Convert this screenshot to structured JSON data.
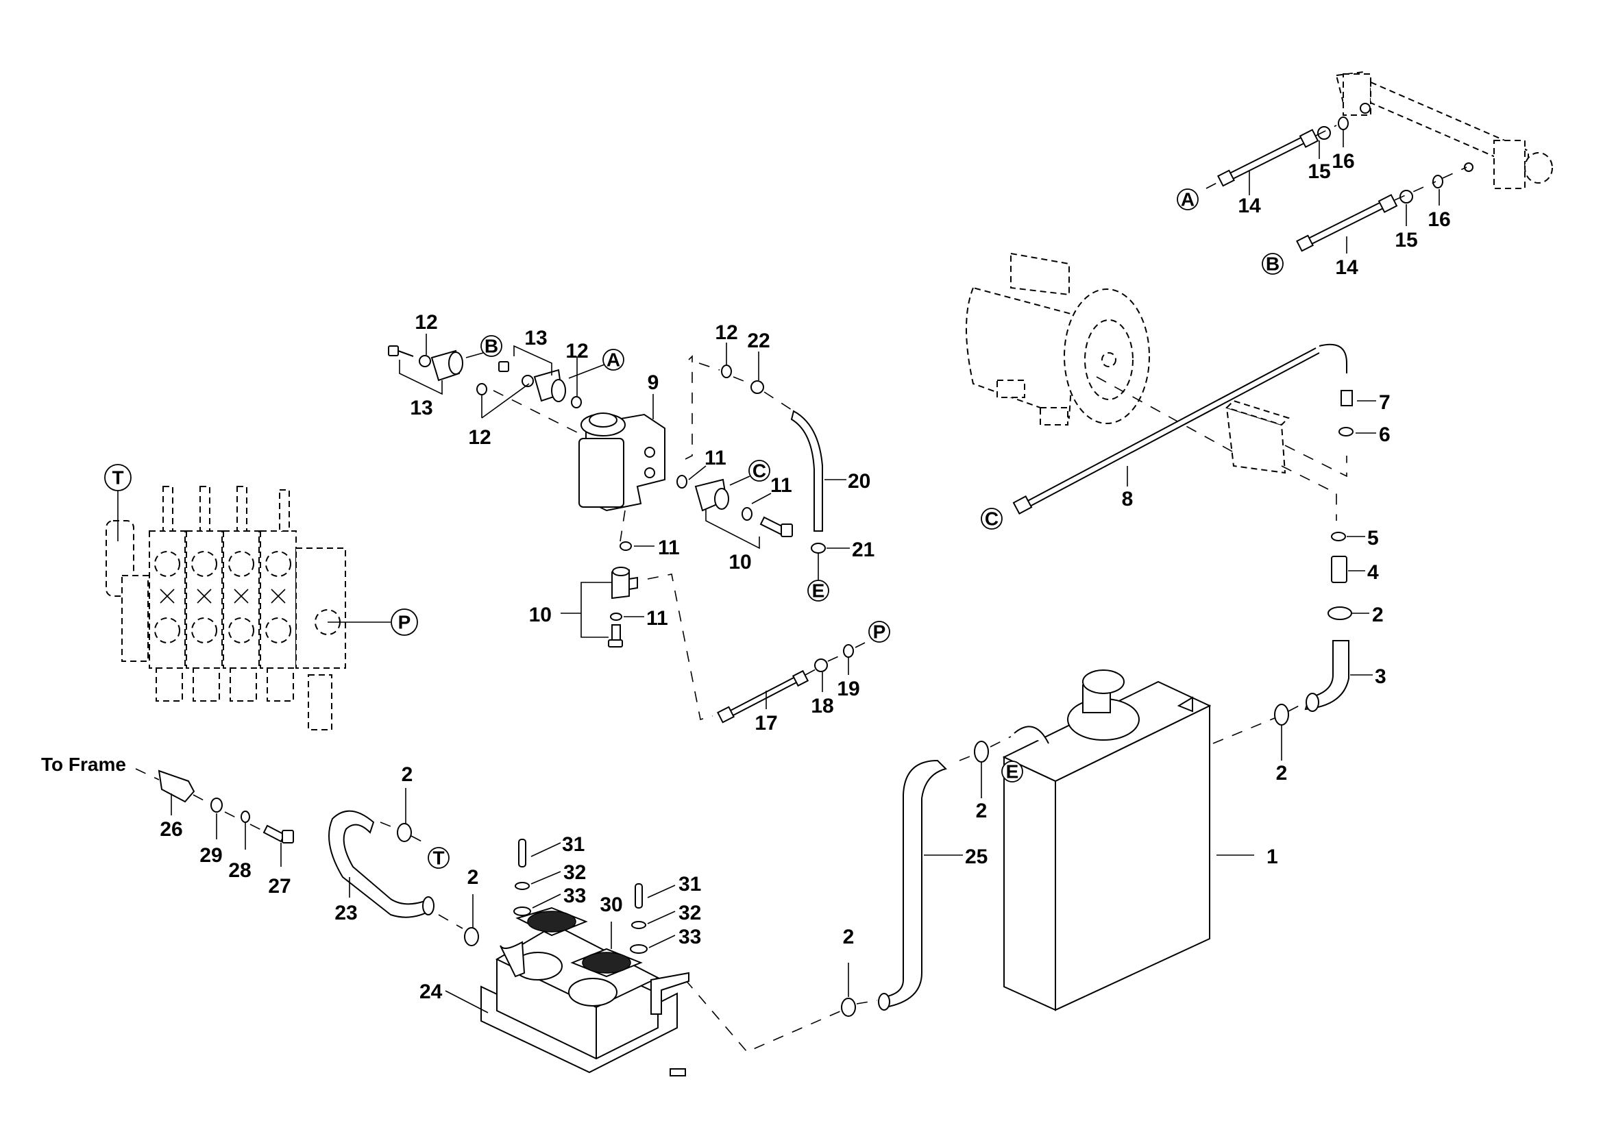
{
  "diagram": {
    "type": "exploded-parts-view",
    "subject": "Hydraulic system assembly",
    "note_label": "To Frame",
    "reference_letters": [
      "A",
      "B",
      "C",
      "E",
      "P",
      "T"
    ],
    "callouts": {
      "c1": "1",
      "c2a": "2",
      "c2b": "2",
      "c2c": "2",
      "c2d": "2",
      "c2e": "2",
      "c2f": "2",
      "c3": "3",
      "c4": "4",
      "c5": "5",
      "c6": "6",
      "c7": "7",
      "c8": "8",
      "c9": "9",
      "c10a": "10",
      "c10b": "10",
      "c11a": "11",
      "c11b": "11",
      "c11c": "11",
      "c11d": "11",
      "c12a": "12",
      "c12b": "12",
      "c12c": "12",
      "c12d": "12",
      "c13a": "13",
      "c13b": "13",
      "c14a": "14",
      "c14b": "14",
      "c15a": "15",
      "c15b": "15",
      "c16a": "16",
      "c16b": "16",
      "c17": "17",
      "c18": "18",
      "c19": "19",
      "c20": "20",
      "c21": "21",
      "c22": "22",
      "c23": "23",
      "c24": "24",
      "c25": "25",
      "c26": "26",
      "c27": "27",
      "c28": "28",
      "c29": "29",
      "c30": "30",
      "c31a": "31",
      "c31b": "31",
      "c32a": "32",
      "c32b": "32",
      "c33a": "33",
      "c33b": "33"
    },
    "refs": {
      "A_cyl": "A",
      "B_cyl": "B",
      "B_steer": "B",
      "A_steer": "A",
      "C_steer": "C",
      "C_hose": "C",
      "E_hose": "E",
      "E_tank": "E",
      "P_valve": "P",
      "P_hose": "P",
      "T_valve": "T",
      "T_hose": "T"
    }
  }
}
